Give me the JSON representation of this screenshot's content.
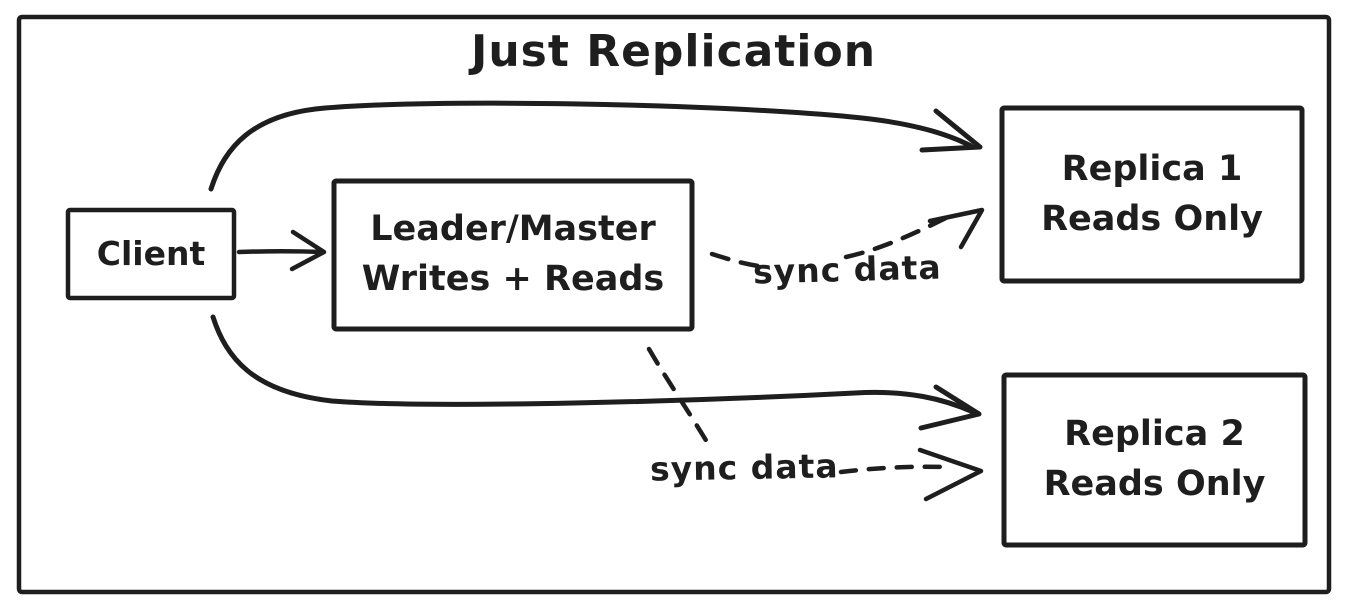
{
  "title": "Just Replication",
  "nodes": {
    "client": {
      "label": "Client"
    },
    "leader": {
      "lines": [
        "Leader/Master",
        "Writes + Reads"
      ]
    },
    "replica1": {
      "lines": [
        "Replica 1",
        "Reads Only"
      ]
    },
    "replica2": {
      "lines": [
        "Replica 2",
        "Reads Only"
      ]
    }
  },
  "edges": {
    "client_to_leader": {
      "style": "solid"
    },
    "client_to_replica1": {
      "style": "solid"
    },
    "client_to_replica2": {
      "style": "solid"
    },
    "leader_to_replica1": {
      "style": "dashed",
      "label": "sync data"
    },
    "leader_to_replica2": {
      "style": "dashed",
      "label": "sync data"
    }
  },
  "colors": {
    "stroke": "#1e1e1e",
    "client_fill": "#ffffff",
    "leader_fill": "#4aae52",
    "replica_fill": "#7ec982",
    "canvas_background": "#ffffff"
  }
}
